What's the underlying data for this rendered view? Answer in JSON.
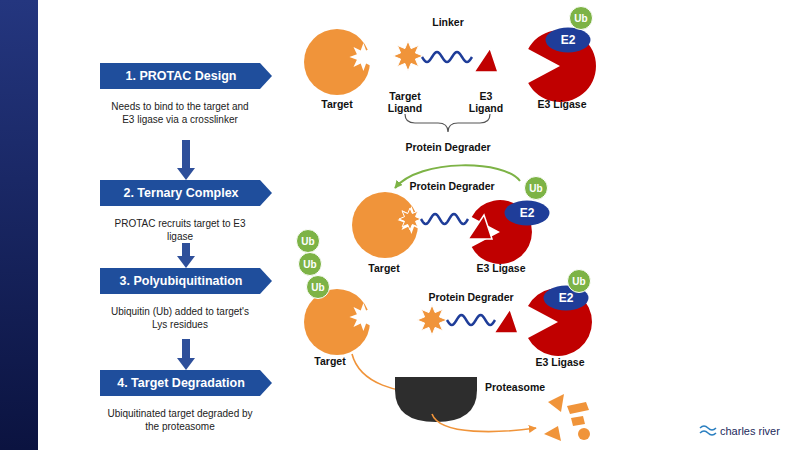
{
  "diagram": {
    "nodes": [
      {
        "text": [
          "1. PROTAC Design",
          "Needs to bind to the target and E3 ligase via a crosslinker"
        ]
      },
      {
        "text": [
          "2. Ternary Complex",
          "PROTAC recruits target to E3 ligase"
        ]
      },
      {
        "text": [
          "3. Polyubiquitination",
          "Ubiquitin (Ub) added to target's Lys residues"
        ]
      },
      {
        "text": [
          "4. Target Degradation",
          "Ubiquitinated target degraded by the proteasome"
        ]
      },
      {
        "text": [
          "Ub"
        ]
      },
      {
        "text": [
          "E2"
        ]
      },
      {
        "text": [
          "Ub"
        ]
      },
      {
        "text": [
          "E2"
        ]
      },
      {
        "text": [
          "Ub"
        ]
      },
      {
        "text": [
          "Ub"
        ]
      },
      {
        "text": [
          "Ub"
        ]
      },
      {
        "text": [
          "Ub"
        ]
      },
      {
        "text": [
          "E2"
        ]
      }
    ],
    "edges": [
      {
        "from": 0,
        "to": 1,
        "arrow": "to"
      },
      {
        "from": 1,
        "to": 2,
        "arrow": "to"
      },
      {
        "from": 2,
        "to": 3,
        "arrow": "to"
      }
    ],
    "labels": [
      "Linker",
      "Target",
      "Target Ligand",
      "E3 Ligand",
      "E3 Ligase",
      "Protein Degrader",
      "Protein Degrader",
      "Target",
      "E3 Ligase",
      "Protein Degrader",
      "Target",
      "E3 Ligase",
      "Proteasome",
      "charles river"
    ]
  }
}
